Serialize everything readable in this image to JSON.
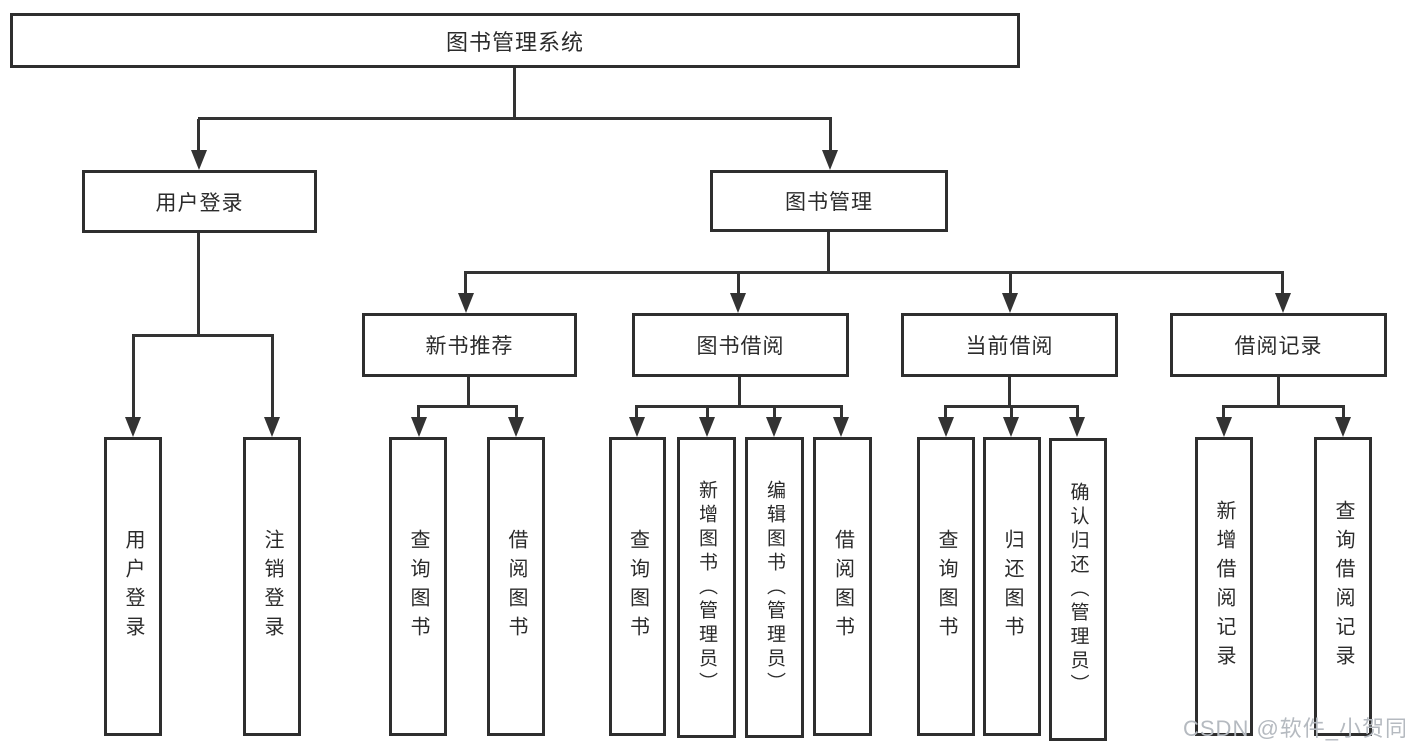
{
  "diagram": {
    "title": "图书管理系统",
    "level2": [
      {
        "label": "用户登录",
        "children": [
          {
            "label": "用户登录"
          },
          {
            "label": "注销登录"
          }
        ]
      },
      {
        "label": "图书管理",
        "children": [
          {
            "label": "新书推荐",
            "children": [
              {
                "label": "查询图书"
              },
              {
                "label": "借阅图书"
              }
            ]
          },
          {
            "label": "图书借阅",
            "children": [
              {
                "label": "查询图书"
              },
              {
                "label": "新增图书（管理员）"
              },
              {
                "label": "编辑图书（管理员）"
              },
              {
                "label": "借阅图书"
              }
            ]
          },
          {
            "label": "当前借阅",
            "children": [
              {
                "label": "查询图书"
              },
              {
                "label": "归还图书"
              },
              {
                "label": "确认归还（管理员）"
              }
            ]
          },
          {
            "label": "借阅记录",
            "children": [
              {
                "label": "新增借阅记录"
              },
              {
                "label": "查询借阅记录"
              }
            ]
          }
        ]
      }
    ]
  },
  "watermark": {
    "text": "CSDN @软件_小贺同学"
  },
  "colors": {
    "line": "#333333",
    "box_border": "#2e2e2e",
    "text": "#2b2b2b",
    "watermark": "#b5bac0",
    "background": "#ffffff"
  }
}
